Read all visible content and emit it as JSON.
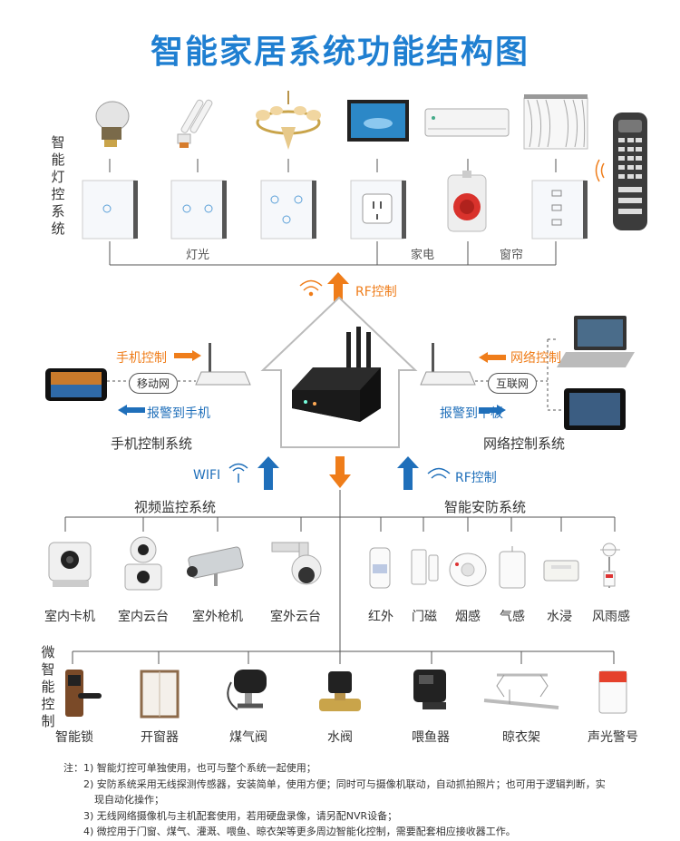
{
  "title": "智能家居系统功能结构图",
  "lighting": {
    "side_label": "智能灯控系统",
    "group_labels": [
      "灯光",
      "家电",
      "窗帘"
    ],
    "devices": [
      "bulb",
      "cfl-lamp",
      "chandelier",
      "tv",
      "air-conditioner",
      "curtain"
    ],
    "panels": [
      "one-gang-switch",
      "two-gang-switch",
      "three-gang-switch",
      "socket",
      "emergency-button",
      "curtain-switch"
    ],
    "remote": "remote-control"
  },
  "rf_top": "RF控制",
  "mobile": {
    "control": "手机控制",
    "network": "移动网",
    "alarm": "报警到手机",
    "system": "手机控制系统"
  },
  "internet": {
    "control": "网络控制",
    "network": "互联网",
    "alarm": "报警到平板",
    "system": "网络控制系统"
  },
  "wifi": "WIFI",
  "rf_security": "RF控制",
  "video": {
    "title": "视频监控系统",
    "items": [
      "室内卡机",
      "室内云台",
      "室外枪机",
      "室外云台"
    ]
  },
  "security": {
    "title": "智能安防系统",
    "items": [
      "红外",
      "门磁",
      "烟感",
      "气感",
      "水浸",
      "风雨感"
    ]
  },
  "micro": {
    "side_label": "微智能控制",
    "items": [
      "智能锁",
      "开窗器",
      "煤气阀",
      "水阀",
      "喂鱼器",
      "晾衣架",
      "声光警号"
    ]
  },
  "notes": [
    "注：1) 智能灯控可单独使用，也可与整个系统一起使用；",
    "2) 安防系统采用无线探测传感器，安装简单，使用方便；同时可与摄像机联动，自动抓拍照片；也可用于逻辑判断，实",
    "现自动化操作；",
    "3) 无线网络摄像机与主机配套使用，若用硬盘录像，请另配NVR设备；",
    "4) 微控用于门窗、煤气、灌溉、喂鱼、晾衣架等更多周边智能化控制，需要配套相应接收器工作。"
  ],
  "colors": {
    "title": "#1f7fd1",
    "orange": "#ef7d1a",
    "blue": "#1f6fba",
    "line": "#555555"
  }
}
